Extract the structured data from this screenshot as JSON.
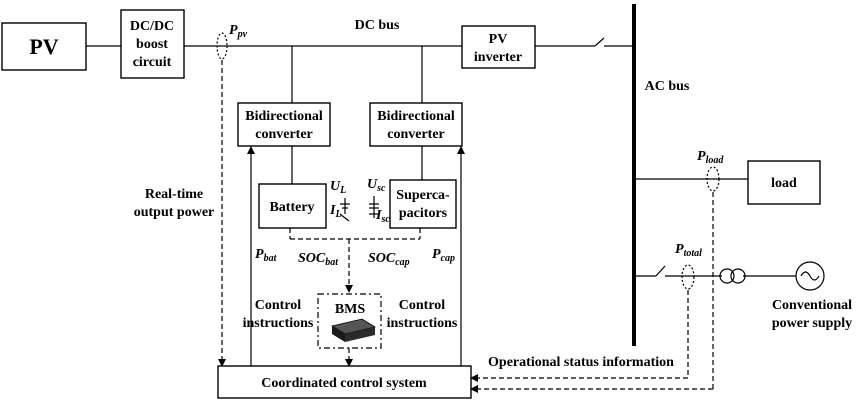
{
  "blocks": {
    "pv": "PV",
    "boost": [
      "DC/DC",
      "boost",
      "circuit"
    ],
    "inverter": [
      "PV",
      "inverter"
    ],
    "conv_left": [
      "Bidirectional",
      "converter"
    ],
    "conv_right": [
      "Bidirectional",
      "converter"
    ],
    "battery": "Battery",
    "supercap": [
      "Superca-",
      "pacitors"
    ],
    "bms": "BMS",
    "load": "load",
    "ccs": "Coordinated control system"
  },
  "bus_labels": {
    "dc_bus": "DC bus",
    "ac_bus": "AC bus"
  },
  "signals": {
    "p_pv": {
      "base": "P",
      "sub": "pv"
    },
    "p_load": {
      "base": "P",
      "sub": "load"
    },
    "p_total": {
      "base": "P",
      "sub": "total"
    },
    "p_bat": {
      "base": "P",
      "sub": "bat"
    },
    "p_cap": {
      "base": "P",
      "sub": "cap"
    },
    "soc_bat": {
      "base": "SOC",
      "sub": "bat"
    },
    "soc_cap": {
      "base": "SOC",
      "sub": "cap"
    },
    "u_l": {
      "base": "U",
      "sub": "L"
    },
    "i_l": {
      "base": "I",
      "sub": "L"
    },
    "u_sc": {
      "base": "U",
      "sub": "sc"
    },
    "i_sc": {
      "base": "I",
      "sub": "sc"
    }
  },
  "notes": {
    "real_time": [
      "Real-time",
      "output power"
    ],
    "control_left": [
      "Control",
      "instructions"
    ],
    "control_right": [
      "Control",
      "instructions"
    ],
    "op_status": "Operational status information",
    "conventional": [
      "Conventional",
      "power supply"
    ]
  }
}
